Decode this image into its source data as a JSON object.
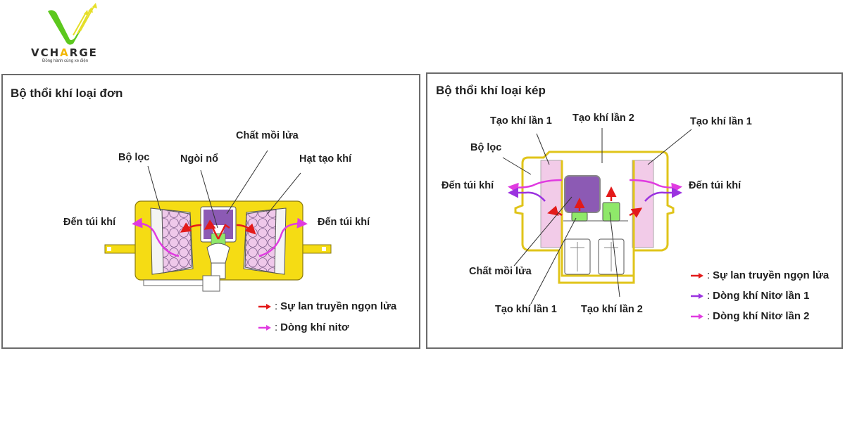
{
  "brand": {
    "name_prefix": "VCH",
    "name_accent": "A",
    "name_suffix": "RGE",
    "tagline": "Đồng hành cùng xe điện",
    "colors": {
      "green": "#5cc81e",
      "yellow": "#f2e30c",
      "accent": "#f2b705"
    }
  },
  "colors": {
    "housing_yellow": "#f5dc14",
    "housing_outline": "#8a7a10",
    "filter_white": "#f4f4f4",
    "granule_pink": "#efc8ea",
    "granule_outline": "#6a4a7a",
    "igniter_purple": "#8c5ab4",
    "igniter_green": "#8fe86a",
    "flame_red": "#e31a1a",
    "nitrogen_magenta": "#e03be0",
    "nitrogen_violet": "#9b32e0",
    "panel_border": "#6b6b6b"
  },
  "single_stage": {
    "title": "Bộ thổi khí loại đơn",
    "labels": {
      "igniter_agent": "Chất mồi lửa",
      "filter": "Bộ lọc",
      "squib": "Ngòi nổ",
      "gas_granules": "Hạt tạo khí",
      "to_airbag_left": "Đến túi khí",
      "to_airbag_right": "Đến túi khí"
    },
    "legend": [
      {
        "symbol": "red-arrow",
        "separator": ":",
        "text": "Sự lan truyền ngọn lửa"
      },
      {
        "symbol": "magenta-arrow",
        "separator": ":",
        "text": "Dòng khí nitơ"
      }
    ]
  },
  "dual_stage": {
    "title": "Bộ thổi khí loại kép",
    "labels": {
      "gen1_top_left": "Tạo khí lần 1",
      "gen2_top": "Tạo khí lần 2",
      "gen1_top_right": "Tạo khí lần 1",
      "filter": "Bộ lọc",
      "to_airbag_left": "Đến túi khí",
      "to_airbag_right": "Đến túi khí",
      "igniter_agent": "Chất mồi lửa",
      "gen1_bottom": "Tạo khí lần 1",
      "gen2_bottom": "Tạo khí lần 2"
    },
    "legend": [
      {
        "symbol": "red-arrow",
        "separator": ":",
        "text": "Sự lan truyền ngọn lửa"
      },
      {
        "symbol": "violet-arrow",
        "separator": ":",
        "text": "Dòng khí Nitơ lần 1"
      },
      {
        "symbol": "magenta-arrow",
        "separator": ":",
        "text": "Dòng khí Nitơ lần 2"
      }
    ]
  }
}
